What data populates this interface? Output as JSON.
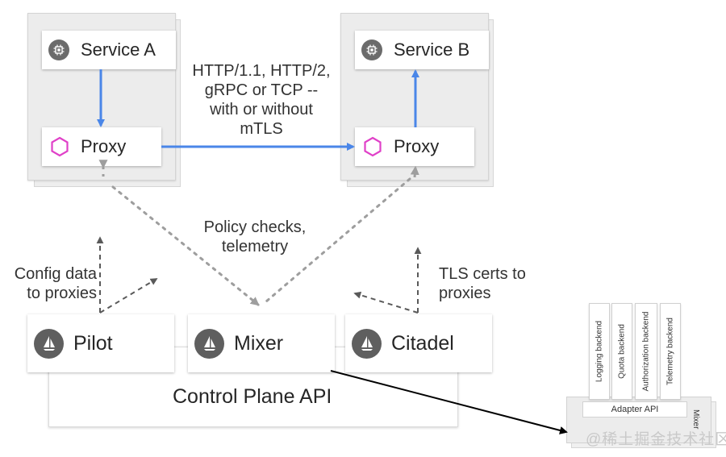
{
  "services": {
    "service_a": {
      "label": "Service A",
      "proxy_label": "Proxy"
    },
    "service_b": {
      "label": "Service B",
      "proxy_label": "Proxy"
    }
  },
  "notes": {
    "transport": [
      "HTTP/1.1, HTTP/2,",
      "gRPC or TCP --",
      "with or without",
      "mTLS"
    ],
    "policy": [
      "Policy checks,",
      "telemetry"
    ],
    "config": [
      "Config data",
      "to proxies"
    ],
    "tls": [
      "TLS certs to",
      "proxies"
    ]
  },
  "control_plane": {
    "label": "Control Plane API",
    "components": [
      {
        "id": "pilot",
        "label": "Pilot"
      },
      {
        "id": "mixer",
        "label": "Mixer"
      },
      {
        "id": "citadel",
        "label": "Citadel"
      }
    ]
  },
  "mixer_detail": {
    "backends": [
      "Logging backend",
      "Quota backend",
      "Authorization backend",
      "Telemetry backend"
    ],
    "adapter_api": "Adapter API",
    "mixer_label": "Mixer"
  },
  "watermark": "@稀土掘金技术社区",
  "colors": {
    "flow_arrow": "#4a86e8",
    "dotted_arrow": "#9e9e9e",
    "dashed_arrow": "#5a5a5a",
    "proxy_icon": "#e040c8",
    "icon_gray": "#6b6b6b"
  },
  "icons": {
    "service": "chip-icon",
    "proxy": "hexagon-icon",
    "control": "sail-icon"
  }
}
